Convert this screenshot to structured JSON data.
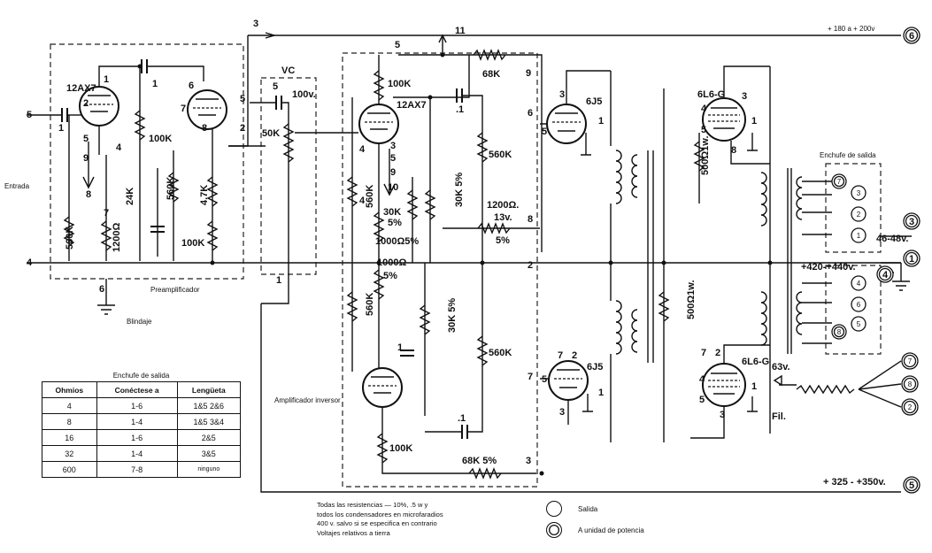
{
  "tubes": {
    "preamp": "12AX7",
    "inverter": "12AX7",
    "driver_top": "6J5",
    "driver_bottom": "6J5",
    "output_top": "6L6-G",
    "output_bottom": "6L6-G"
  },
  "sections": {
    "entrada": "Entrada",
    "preamplificador": "Preamplificador",
    "blindaje": "Blindaje",
    "amplificador_inversor": "Amplificador inversor",
    "vc": "VC",
    "enchufe_salida": "Enchufe de salida"
  },
  "resistors": {
    "r_560k_in": "560K",
    "r_1200_pre": "1200Ω",
    "r_24k": "24K",
    "r_100k_pre1": "100K",
    "r_560k_pre": "560K",
    "r_4_7k": "4.7K",
    "r_100k_pre2": "100K",
    "r_50k_vc": "50K",
    "r_100k_inv": "100K",
    "r_560k_inv1": "560K",
    "r_1000_5": "1000Ω5%",
    "r_30k_1": "30K",
    "r_5pct_1": "5%",
    "r_30k_2": "30K 5%",
    "r_1000_b": "1000Ω",
    "r_5pct_b": "5%",
    "r_560k_inv2": "560K",
    "r_30k_3": "30K 5%",
    "r_100k_bot": "100K",
    "r_68k_top": "68K",
    "r_68k_bot": "68K 5%",
    "r_560k_d1": "560K",
    "r_1200_13v": "1200Ω.",
    "v_13": "13v.",
    "r_5pct_d": "5%",
    "r_560k_d2": "560K",
    "r_500_top": "500Ω1w.",
    "r_500_bot": "500Ω1w."
  },
  "capacitors": {
    "c_in": "1",
    "c_pre": "1",
    "c_vc": "5",
    "c_inv_top": ".1",
    "c_inv_mid": "1",
    "c_inv_bot": ".1",
    "v_100": "100v."
  },
  "voltages": {
    "v_top": "+ 180 a + 200v",
    "v_mid": "+420-+440v.",
    "v_low": "46-48v.",
    "v_bot": "+ 325 - +350v.",
    "v_63": "63v.",
    "fil": "Fil."
  },
  "node_numbers": {
    "n3_top": "3",
    "n5_in": "5",
    "n1_in": "1",
    "n4_in": "4",
    "n6_gnd": "6",
    "n5_vc": "5",
    "n2_vc": "2",
    "n1_vc": "1",
    "n11": "11",
    "n5_bus": "5",
    "n9": "9",
    "n6_d": "6",
    "n8_d": "8",
    "n2_d": "2",
    "n7_d": "7",
    "n3_d": "3",
    "p_1": "1",
    "p_2": "2",
    "p_3": "3",
    "p_4": "4",
    "p_5": "5",
    "p_6": "6",
    "p_7": "7",
    "p_8": "8",
    "p_9": "9",
    "p_10": "10"
  },
  "connectors": {
    "out_right": [
      "6",
      "3",
      "1",
      "4",
      "5"
    ],
    "socket_top": [
      "7",
      "3",
      "2",
      "1"
    ],
    "socket_bot": [
      "4",
      "6",
      "8",
      "5"
    ],
    "power": [
      "7",
      "8",
      "2"
    ]
  },
  "output_table": {
    "title": "Enchufe de salida",
    "headers": [
      "Ohmios",
      "Conéctese a",
      "Lengüeta"
    ],
    "rows": [
      [
        "4",
        "1-6",
        "1&5 2&6"
      ],
      [
        "8",
        "1-4",
        "1&5 3&4"
      ],
      [
        "16",
        "1-6",
        "2&5"
      ],
      [
        "32",
        "1-4",
        "3&5"
      ],
      [
        "600",
        "7-8",
        "ninguno"
      ]
    ]
  },
  "notes": [
    "Todas las resistencias — 10%, .5 w y",
    "todos los condensadores en microfaradios",
    "400 v. salvo si se especifica en contrario",
    "Voltajes relativos a tierra"
  ],
  "legend": {
    "salida": "Salida",
    "unidad": "A unidad de potencia"
  }
}
